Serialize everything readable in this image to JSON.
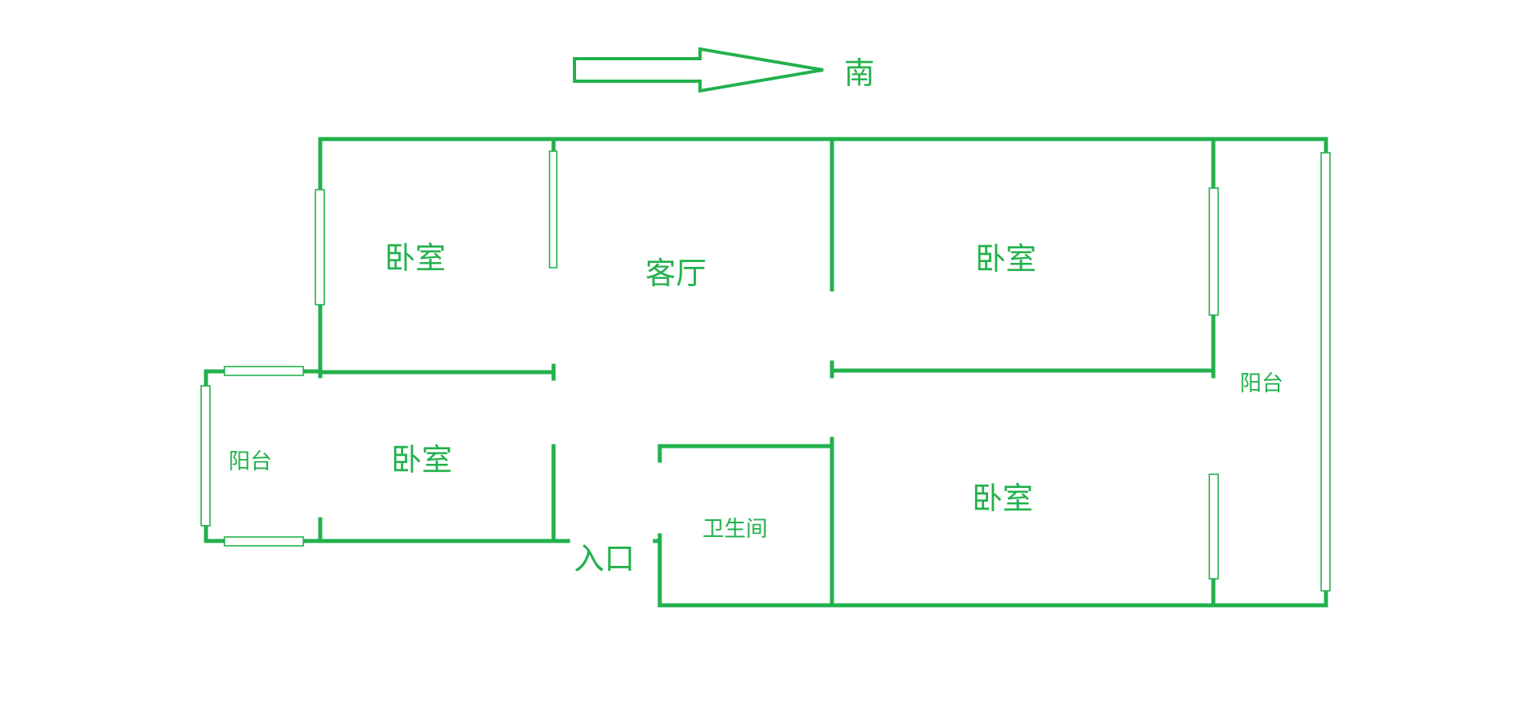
{
  "compass": {
    "direction_label": "南"
  },
  "rooms": {
    "bedroom_top_left": "卧室",
    "living_room": "客厅",
    "bedroom_top_right": "卧室",
    "balcony_right": "阳台",
    "balcony_left": "阳台",
    "bedroom_bottom_left": "卧室",
    "bathroom": "卫生间",
    "bedroom_bottom_right": "卧室"
  },
  "entrance": {
    "label": "入口"
  },
  "colors": {
    "line": "#22b14c",
    "background": "#ffffff"
  }
}
